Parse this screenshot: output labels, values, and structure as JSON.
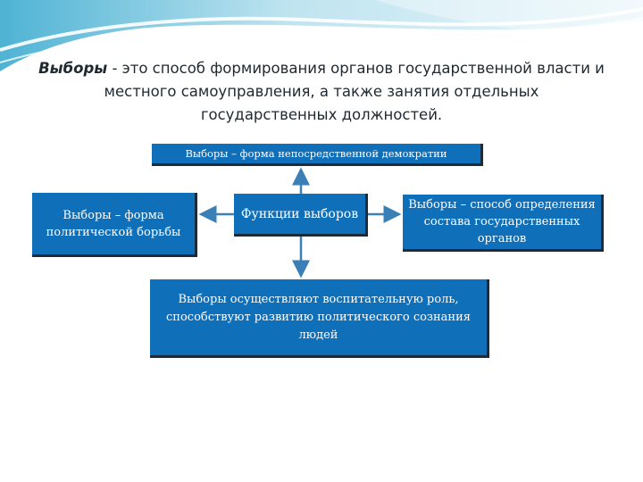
{
  "heading": {
    "term": "Выборы",
    "separator": " - ",
    "definition": "это способ формирования органов государственной власти и местного самоуправления, а также занятия отдельных государственных должностей."
  },
  "diagram": {
    "top_box": "Выборы – форма непосредственной демократии",
    "center_box": "Функции выборов",
    "left_box": "Выборы – форма политической борьбы",
    "right_box": "Выборы – способ определения состава государственных органов",
    "bottom_box": "Выборы осуществляют воспитательную роль, способствуют развитию политического сознания людей"
  },
  "colors": {
    "box_fill": "#0f6fb8",
    "box_shadow": "#1d2a38",
    "arrow": "#3a7fb5",
    "banner_light": "#dceef5",
    "banner_mid": "#9fd3e6"
  }
}
